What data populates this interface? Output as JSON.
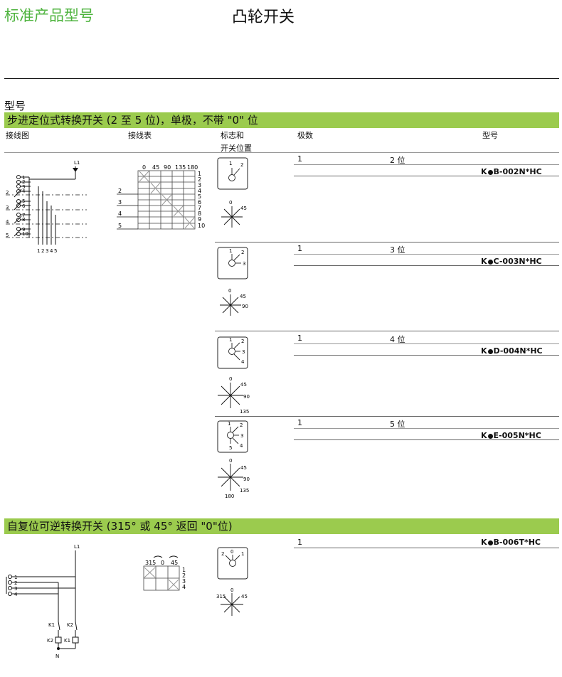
{
  "header": {
    "category": "标准产品型号",
    "title": "凸轮开关"
  },
  "section_label": "型号",
  "band1": "步进定位式转换开关 (2 至 5 位)，单极，不带 \"0\" 位",
  "columns": {
    "wiring_diagram": "接线图",
    "wiring_table": "接线表",
    "marking_1": "标志和",
    "marking_2": "开关位置",
    "poles": "极数",
    "model": "型号"
  },
  "diagram1": {
    "l1": "L1",
    "terminals": [
      "1",
      "2",
      "3",
      "4",
      "5",
      "6",
      "7",
      "8",
      "9",
      "10"
    ],
    "side_labels": [
      "2",
      "3",
      "4",
      "5"
    ],
    "bottom_labels": [
      "1",
      "2",
      "3",
      "4",
      "5"
    ]
  },
  "table1": {
    "angles": [
      "0",
      "45",
      "90",
      "135",
      "180"
    ],
    "left_labels": [
      "2",
      "3",
      "4",
      "5"
    ],
    "right_labels": [
      "1",
      "2",
      "3",
      "4",
      "5",
      "6",
      "7",
      "8",
      "9",
      "10"
    ]
  },
  "rows": [
    {
      "poles": "1",
      "positions": "2 位",
      "model_pre": "K",
      "model_post": "B-002N*HC",
      "dial": [
        "1",
        "2"
      ],
      "angles": [
        "0",
        "45"
      ]
    },
    {
      "poles": "1",
      "positions": "3 位",
      "model_pre": "K",
      "model_post": "C-003N*HC",
      "dial": [
        "1",
        "2",
        "3"
      ],
      "angles": [
        "0",
        "45",
        "90"
      ]
    },
    {
      "poles": "1",
      "positions": "4 位",
      "model_pre": "K",
      "model_post": "D-004N*HC",
      "dial": [
        "1",
        "2",
        "3",
        "4"
      ],
      "angles": [
        "0",
        "45",
        "90",
        "135"
      ]
    },
    {
      "poles": "1",
      "positions": "5 位",
      "model_pre": "K",
      "model_post": "E-005N*HC",
      "dial": [
        "1",
        "2",
        "3",
        "4",
        "5"
      ],
      "angles": [
        "0",
        "45",
        "90",
        "135",
        "180"
      ]
    }
  ],
  "band2": "自复位可逆转换开关 (315° 或 45° 返回 \"0\"位)",
  "row2": {
    "poles": "1",
    "model_pre": "K",
    "model_post": "B-006T*HC",
    "dial": [
      "2",
      "0",
      "1"
    ],
    "angles": [
      "315",
      "0",
      "45"
    ]
  },
  "diagram2": {
    "l1": "L1",
    "terminals": [
      "1",
      "2",
      "3",
      "4"
    ],
    "k1": "K1",
    "k2": "K2",
    "n": "N"
  },
  "table2": {
    "angles": [
      "315",
      "0",
      "45"
    ],
    "right_labels": [
      "1",
      "2",
      "3",
      "4"
    ]
  }
}
